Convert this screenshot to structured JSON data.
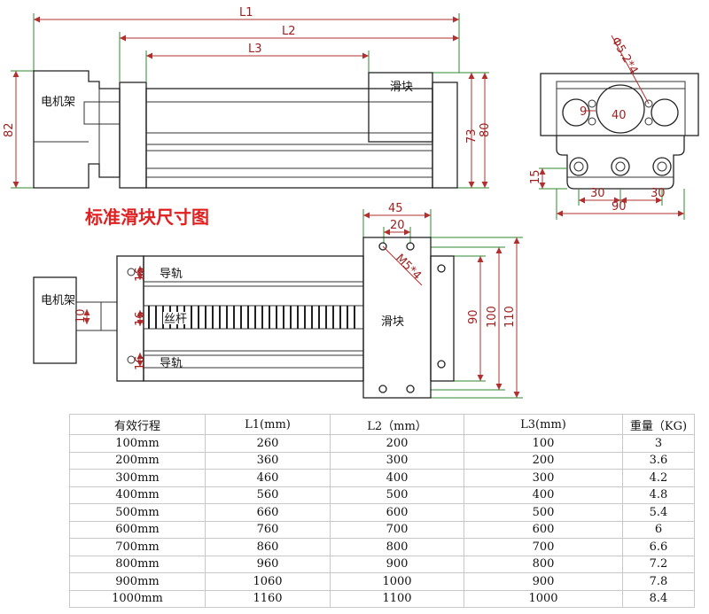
{
  "title": "标准滑块尺寸图",
  "top_view": {
    "dims": {
      "l1": "L1",
      "l2": "L2",
      "l3": "L3",
      "height_82": "82",
      "height_73": "73",
      "height_80": "80"
    },
    "labels": {
      "motor_mount": "电机架",
      "slider": "滑块"
    }
  },
  "end_view": {
    "dims": {
      "hole": "Φ5.2*4",
      "dim_9": "9",
      "dim_40": "40",
      "dim_15": "15",
      "dim_30a": "30",
      "dim_30b": "30",
      "dim_90": "90"
    }
  },
  "plan_view": {
    "dims": {
      "d45": "45",
      "d20": "20",
      "thread": "M5*4",
      "d90": "90",
      "d100": "100",
      "d110": "110",
      "d16_top": "16",
      "d16_mid": "16",
      "d16_bot": "16",
      "d10": "10"
    },
    "labels": {
      "motor_mount": "电机架",
      "guide_top": "导轨",
      "guide_bottom": "导轨",
      "screw": "丝杆",
      "slider": "滑块"
    }
  },
  "spec_table": {
    "headers": [
      "有效行程",
      "L1(mm)",
      "L2（mm）",
      "L3(mm)",
      "重量（KG)"
    ],
    "rows": [
      [
        "100mm",
        "260",
        "200",
        "100",
        "3"
      ],
      [
        "200mm",
        "360",
        "300",
        "200",
        "3.6"
      ],
      [
        "300mm",
        "460",
        "400",
        "300",
        "4.2"
      ],
      [
        "400mm",
        "560",
        "500",
        "400",
        "4.8"
      ],
      [
        "500mm",
        "660",
        "600",
        "500",
        "5.4"
      ],
      [
        "600mm",
        "760",
        "700",
        "600",
        "6"
      ],
      [
        "700mm",
        "860",
        "800",
        "700",
        "6.6"
      ],
      [
        "800mm",
        "960",
        "900",
        "800",
        "7.2"
      ],
      [
        "900mm",
        "1060",
        "1000",
        "900",
        "7.8"
      ],
      [
        "1000mm",
        "1160",
        "1100",
        "1000",
        "8.4"
      ]
    ]
  }
}
